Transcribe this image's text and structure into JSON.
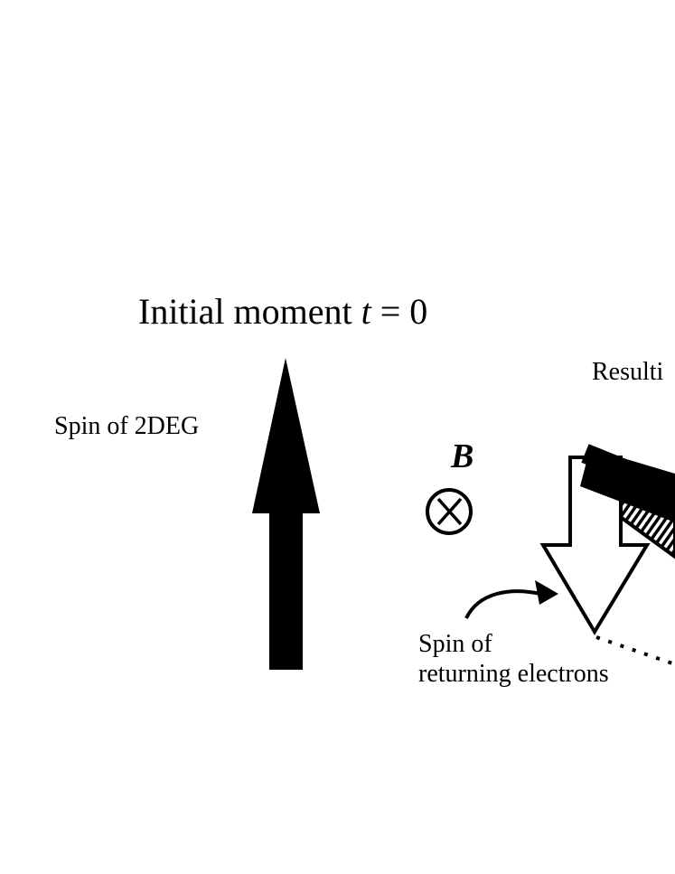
{
  "title": {
    "prefix": "Initial moment ",
    "variable": "t",
    "suffix": " = 0"
  },
  "labels": {
    "spin_2deg": "Spin of 2DEG",
    "resulting_truncated": "Resulti",
    "returning_line1": "Spin of",
    "returning_line2": "returning electrons",
    "field": "B"
  },
  "icons": {
    "field_direction": "into-page-circle-x-icon"
  },
  "colors": {
    "ink": "#000000",
    "background": "#ffffff"
  }
}
